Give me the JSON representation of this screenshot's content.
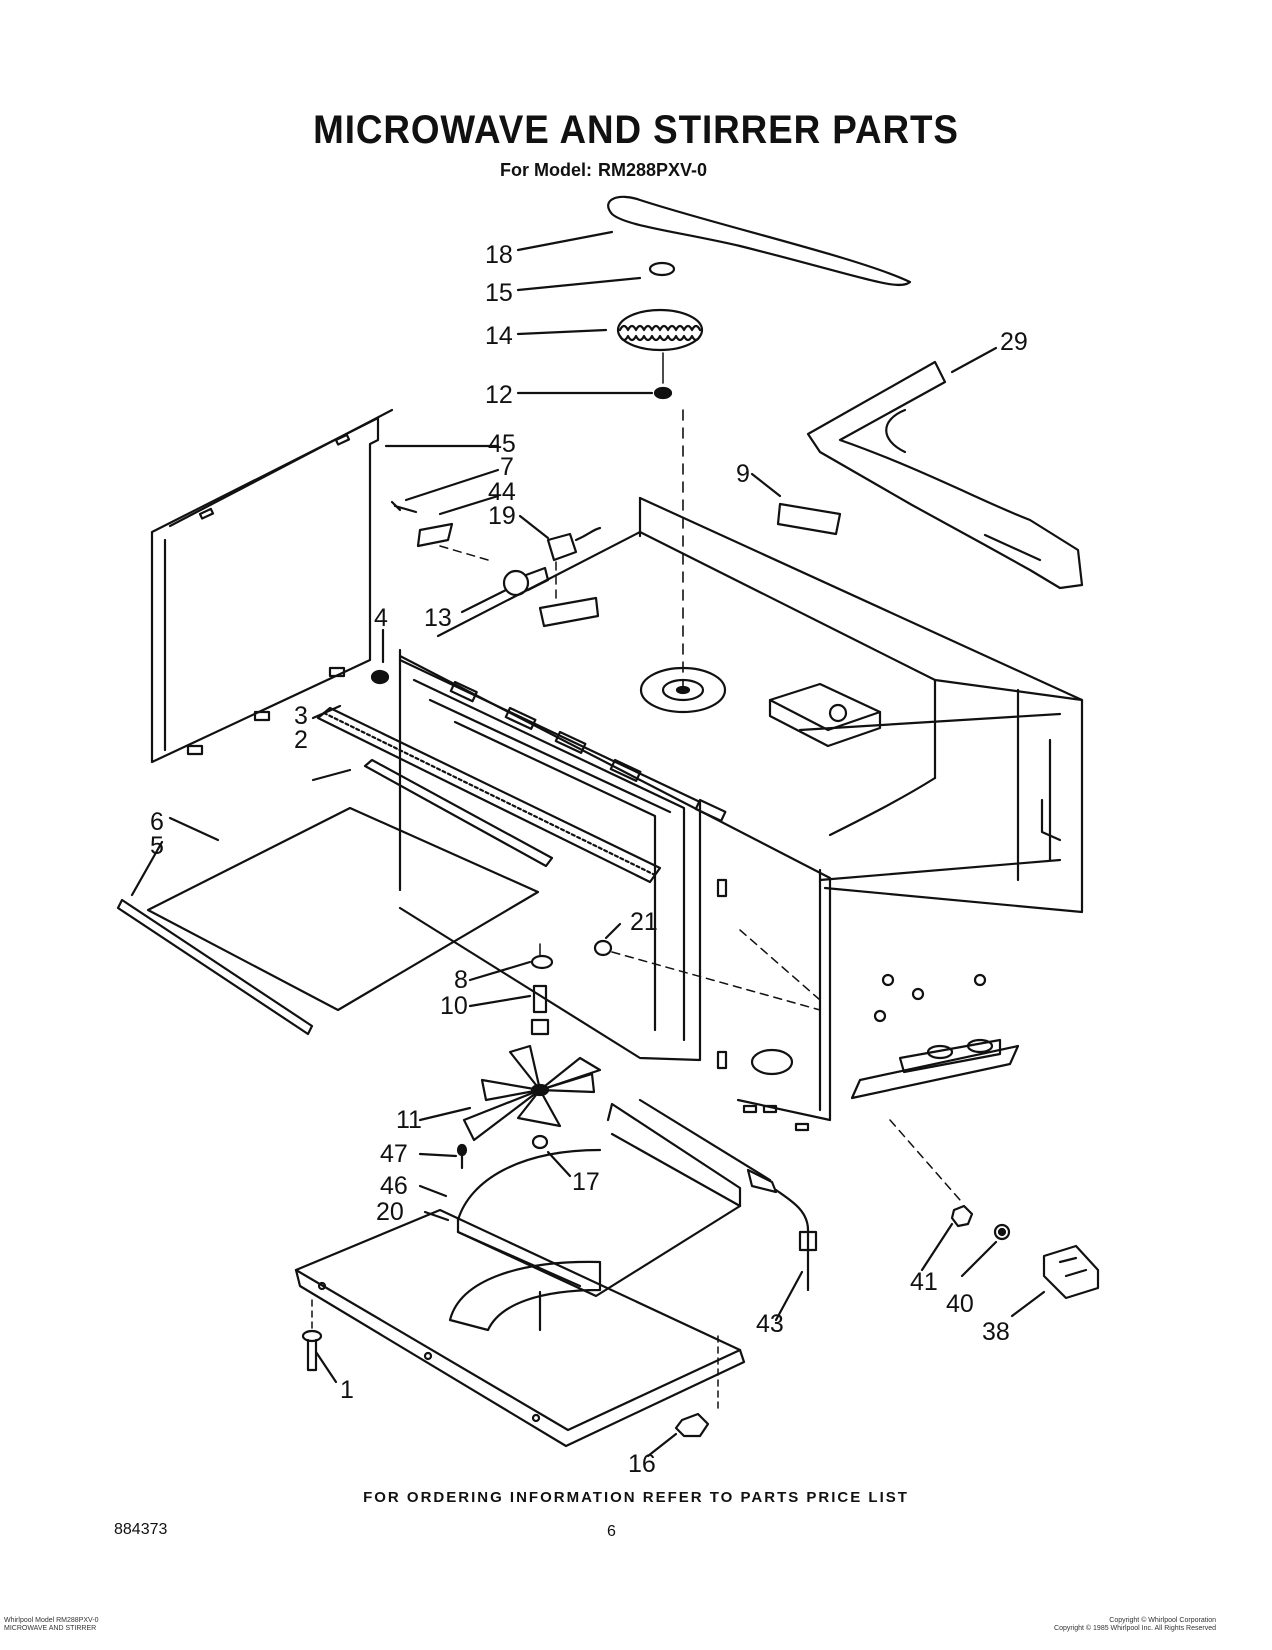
{
  "header": {
    "title": "MICROWAVE AND STIRRER PARTS",
    "model_label": "For Model:",
    "model_number": "RM288PXV-0"
  },
  "callouts": [
    "18",
    "15",
    "14",
    "12",
    "29",
    "45",
    "7",
    "44",
    "19",
    "9",
    "13",
    "4",
    "3",
    "2",
    "6",
    "5",
    "21",
    "8",
    "10",
    "11",
    "47",
    "17",
    "46",
    "20",
    "43",
    "41",
    "40",
    "38",
    "1",
    "16"
  ],
  "footer": {
    "ordering_note": "FOR ORDERING INFORMATION REFER TO PARTS PRICE LIST",
    "document_number": "884373",
    "page_number": "6",
    "fine_print_left": [
      "Whirlpool Model RM288PXV-0",
      "MICROWAVE AND STIRRER"
    ],
    "fine_print_right": [
      "Copyright © Whirlpool Corporation",
      "Copyright © 1985 Whirlpool Inc. All Rights Reserved"
    ]
  }
}
